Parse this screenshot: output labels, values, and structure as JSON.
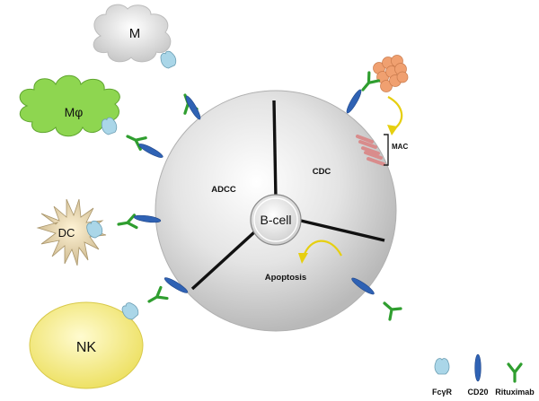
{
  "diagram": {
    "center_cell": "B-cell",
    "sectors": {
      "adcc": "ADCC",
      "cdc": "CDC",
      "apoptosis": "Apoptosis"
    },
    "mac_label": "MAC",
    "effector_cells": {
      "monocyte": "M",
      "macrophage": "Mφ",
      "dendritic": "DC",
      "nk": "NK"
    },
    "legend": {
      "fcgr": "FcγR",
      "cd20": "CD20",
      "rituximab": "Rituximab"
    },
    "colors": {
      "cd20": "#2f62b4",
      "rituximab": "#2f9e2f",
      "fcgr": "#a9d6e8",
      "macrophage": "#8ed650",
      "nk": "#f7ef8a",
      "complement": "#f0a070",
      "mac": "#d98c8c",
      "arrow": "#e6cf10"
    }
  }
}
